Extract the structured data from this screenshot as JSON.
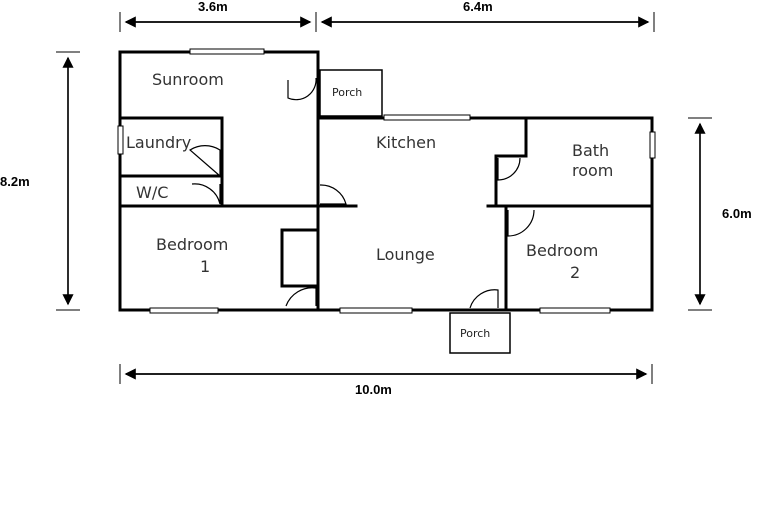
{
  "dimensions": {
    "top_left": "3.6m",
    "top_right": "6.4m",
    "left_height": "8.2m",
    "right_height": "6.0m",
    "bottom_width": "10.0m"
  },
  "rooms": {
    "sunroom": "Sunroom",
    "laundry": "Laundry",
    "wc": "W/C",
    "porch_top": "Porch",
    "kitchen": "Kitchen",
    "bath_line1": "Bath",
    "bath_line2": "room",
    "bedroom1_line1": "Bedroom",
    "bedroom1_line2": "1",
    "lounge": "Lounge",
    "bedroom2_line1": "Bedroom",
    "bedroom2_line2": "2",
    "porch_bottom": "Porch"
  }
}
